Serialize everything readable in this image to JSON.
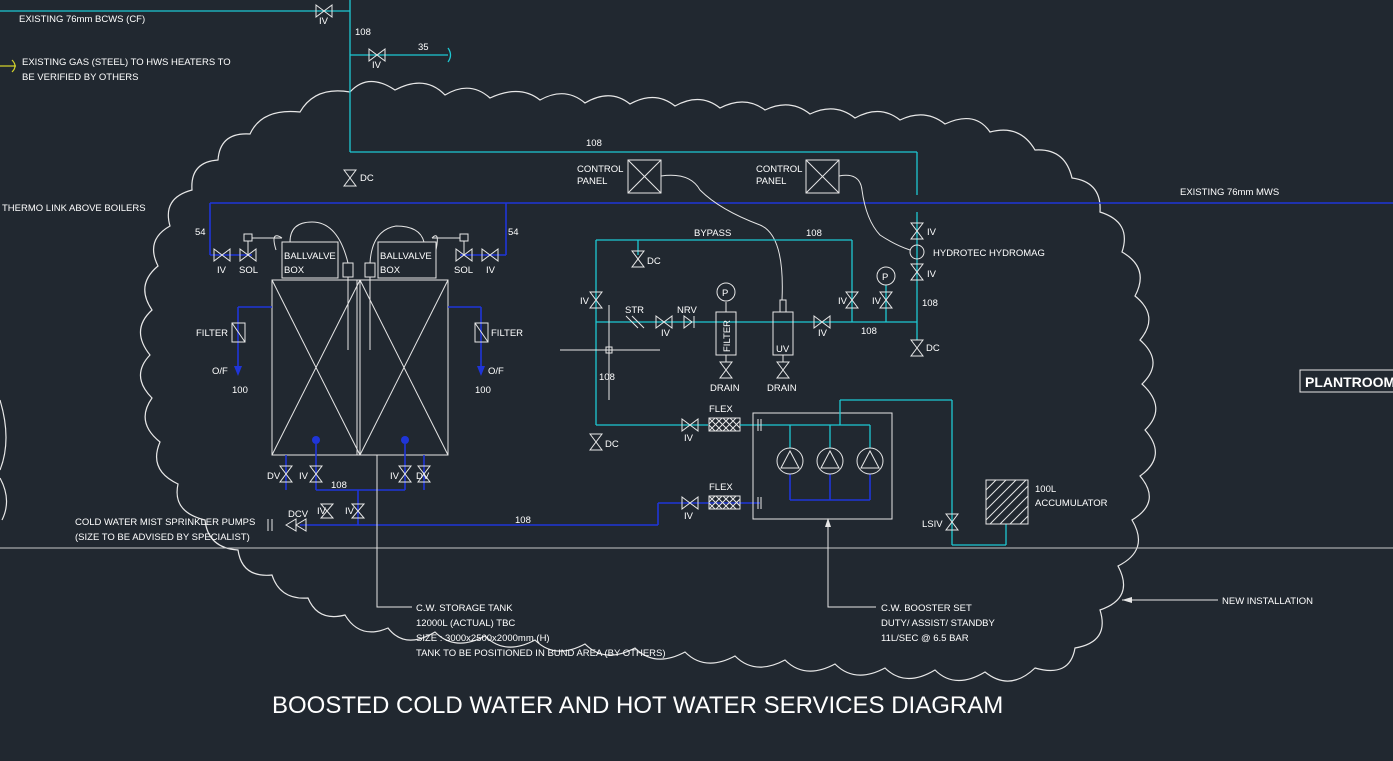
{
  "title": "BOOSTED COLD WATER AND HOT WATER SERVICES DIAGRAM",
  "room_label": "PLANTROOM",
  "colors": {
    "background": "#212830",
    "cold_water_line": "#1ec8d2",
    "blue_line": "#1f35d8",
    "annotation": "#ffffff",
    "gas_line": "#d2d22a"
  },
  "notes": {
    "existing_bcws": "EXISTING 76mm BCWS (CF)",
    "gas_line1": "EXISTING GAS (STEEL) TO HWS HEATERS TO",
    "gas_line2": "BE VERIFIED BY OTHERS",
    "thermo_link": "THERMO LINK ABOVE BOILERS",
    "existing_mws": "EXISTING 76mm MWS",
    "sprinkler_line1": "COLD WATER MIST SPRINKLER PUMPS",
    "sprinkler_line2": "(SIZE TO BE ADVISED BY SPECIALIST)",
    "new_installation": "NEW INSTALLATION",
    "tank_line1": "C.W. STORAGE TANK",
    "tank_line2": "12000L (ACTUAL) TBC",
    "tank_line3": "SIZE : 3000x2500x2000mm (H)",
    "tank_line4": "TANK TO BE POSITIONED IN BUND AREA (BY OTHERS)",
    "booster_line1": "C.W. BOOSTER SET",
    "booster_line2": "DUTY/ ASSIST/ STANDBY",
    "booster_line3": "11L/SEC @ 6.5 BAR"
  },
  "labels": {
    "iv": "IV",
    "dc": "DC",
    "dv": "DV",
    "sol": "SOL",
    "dcv": "DCV",
    "lsiv": "LSIV",
    "ballvalve": "BALLVALVE",
    "box": "BOX",
    "filter": "FILTER",
    "of": "O/F",
    "control": "CONTROL",
    "panel": "PANEL",
    "bypass": "BYPASS",
    "hydrotec": "HYDROTEC HYDROMAG",
    "str": "STR",
    "nrv": "NRV",
    "drain": "DRAIN",
    "uv": "UV",
    "flex": "FLEX",
    "p": "P",
    "accumulator_size": "100L",
    "accumulator": "ACCUMULATOR"
  },
  "sizes": {
    "s108": "108",
    "s100": "100",
    "s54": "54",
    "s35": "35"
  }
}
